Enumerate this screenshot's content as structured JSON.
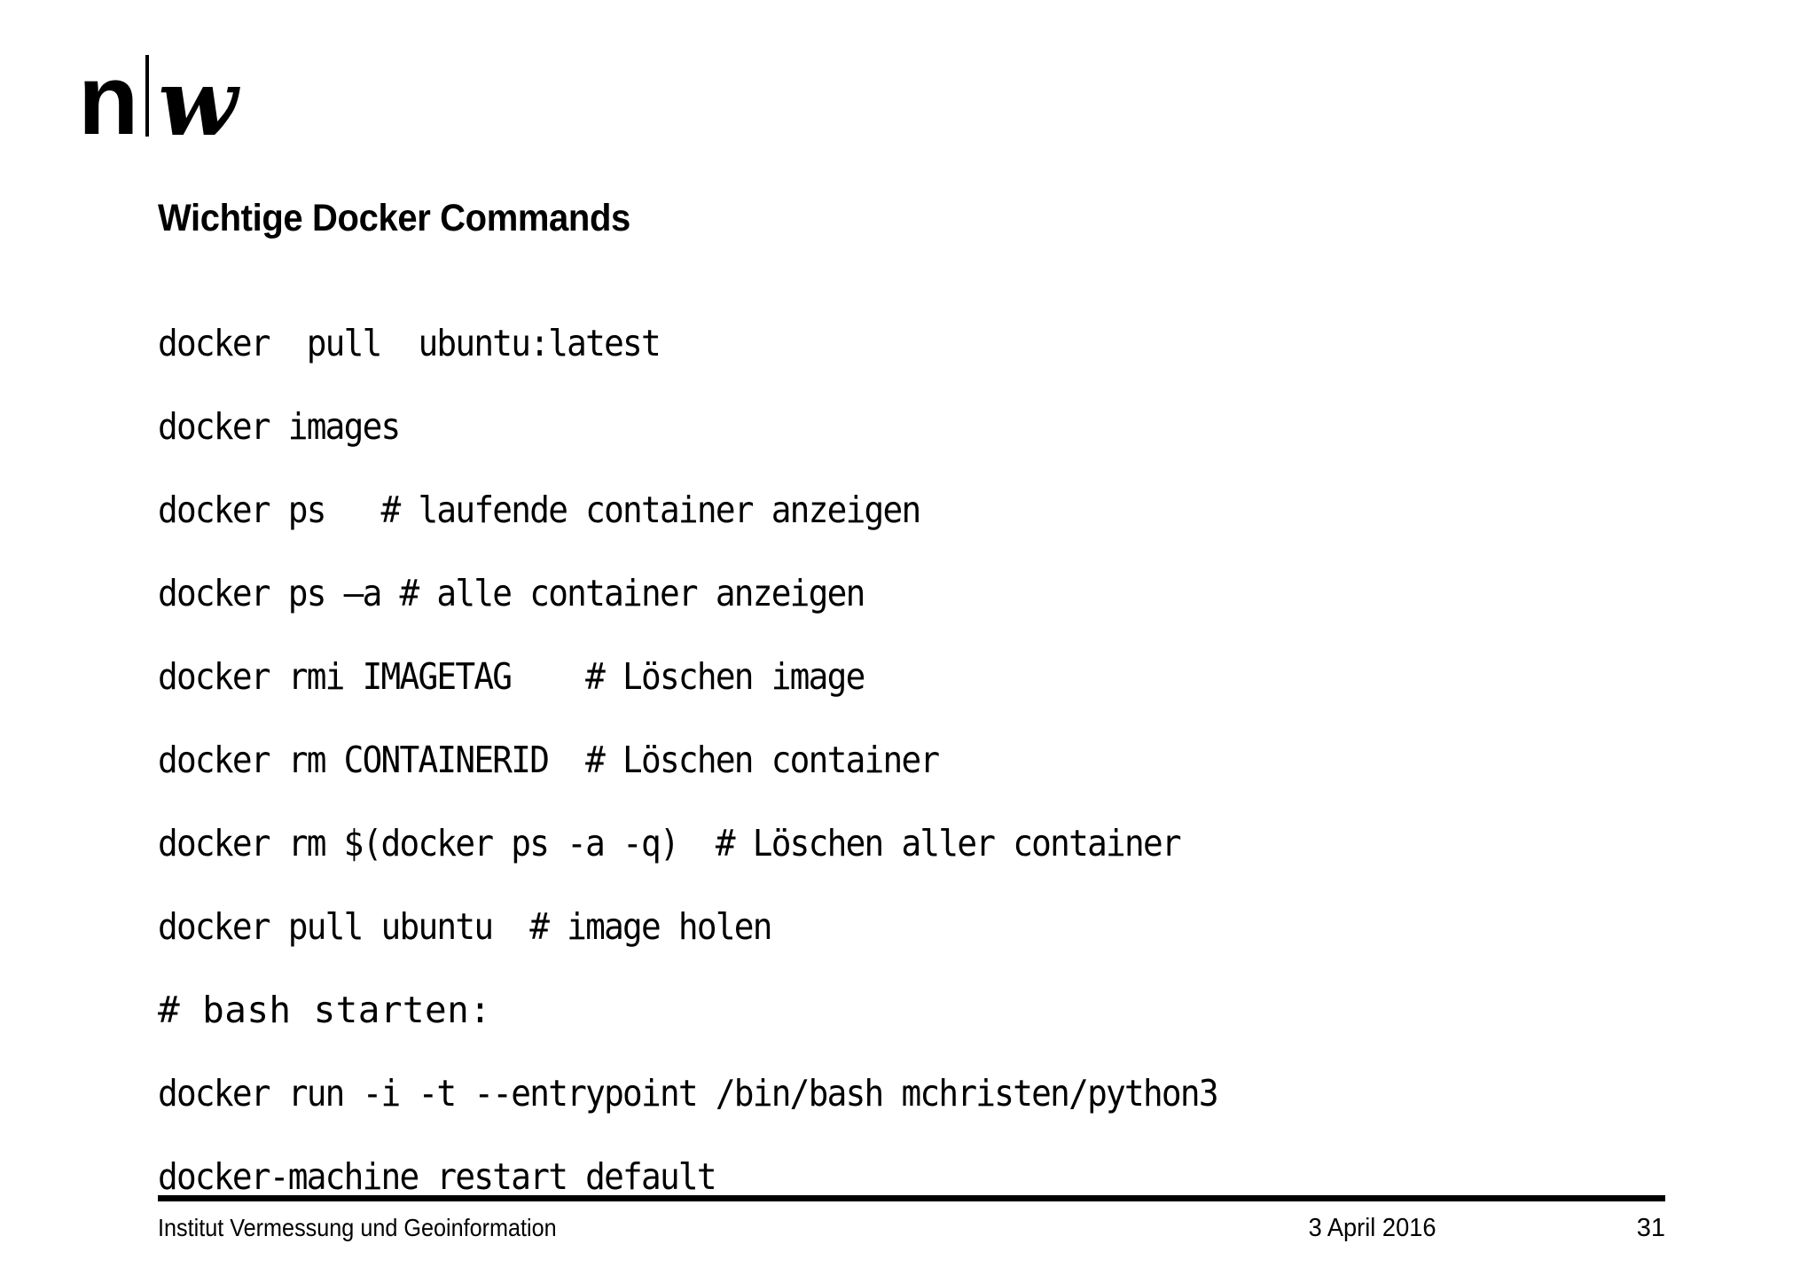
{
  "slide": {
    "background_color": "#ffffff",
    "text_color": "#000000",
    "page_number": "31"
  },
  "logo": {
    "name": "nw-logo",
    "left_mark": "n",
    "divider": "|",
    "right_mark": "w"
  },
  "header": {
    "title": "Wichtige Docker Commands"
  },
  "code": {
    "lines": [
      {
        "text": "docker  pull  ubuntu:latest",
        "style": "condensed"
      },
      {
        "text": "docker images",
        "style": "condensed"
      },
      {
        "text": "docker ps   # laufende container anzeigen",
        "style": "condensed"
      },
      {
        "text": "docker ps –a # alle container anzeigen",
        "style": "condensed"
      },
      {
        "text": "docker rmi IMAGETAG    # Löschen image",
        "style": "condensed"
      },
      {
        "text": "docker rm CONTAINERID  # Löschen container",
        "style": "condensed"
      },
      {
        "text": "docker rm $(docker ps -a -q)  # Löschen aller container",
        "style": "condensed"
      },
      {
        "text": "docker pull ubuntu  # image holen",
        "style": "condensed"
      },
      {
        "text": "# bash starten:",
        "style": "wide"
      },
      {
        "text": "docker run -i -t --entrypoint /bin/bash mchristen/python3",
        "style": "condensed"
      },
      {
        "text": "docker-machine restart default",
        "style": "condensed"
      }
    ]
  },
  "footer": {
    "institute": "Institut Vermessung und Geoinformation",
    "date": "3 April 2016",
    "page": "31"
  }
}
